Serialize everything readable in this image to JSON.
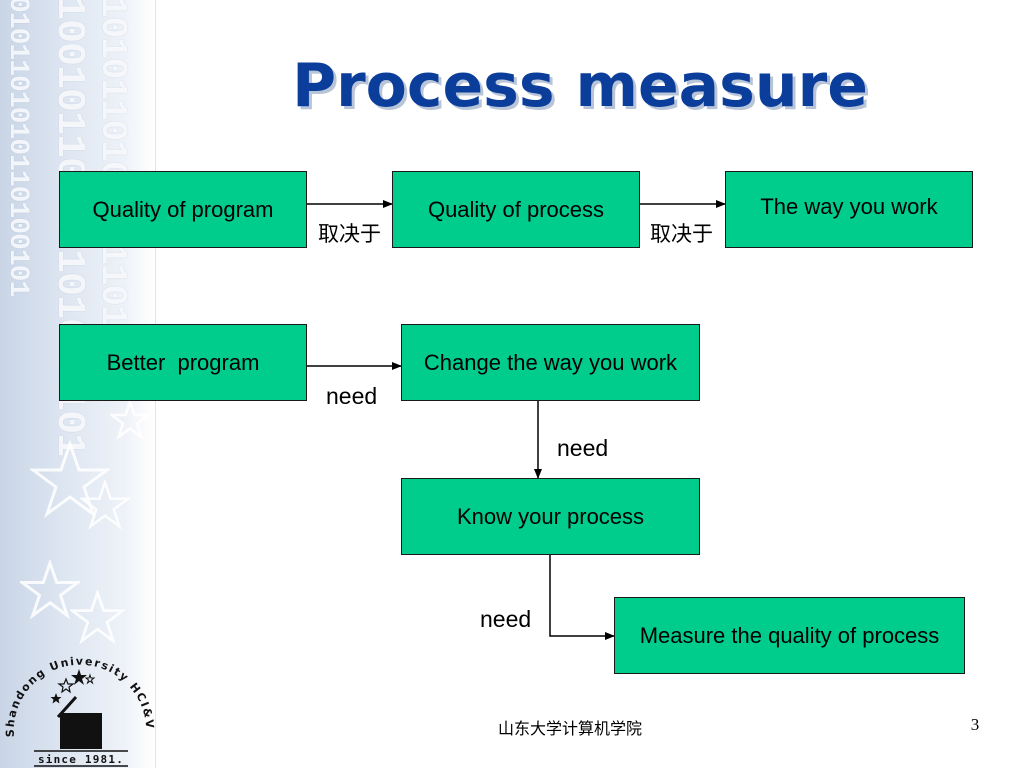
{
  "slide": {
    "title": "Process measure",
    "footer_text": "山东大学计算机学院",
    "page_number": "3"
  },
  "logo": {
    "arc_text": "Shandong University HCI&VR Lab.",
    "since_text": "since 1981."
  },
  "diagram": {
    "row1": {
      "box1": "Quality of program",
      "box2": "Quality of process",
      "box3": "The way you work",
      "link1_label": "取决于",
      "link2_label": "取决于"
    },
    "flow": {
      "box_better_program": "Better  program",
      "box_change_way": "Change the way you work",
      "box_know_process": "Know your process",
      "box_measure_quality": "Measure the quality of process",
      "link1_label": "need",
      "link2_label": "need",
      "link3_label": "need"
    },
    "colors": {
      "box_fill": "#00cc8c",
      "box_border": "#1a1a1a",
      "title": "#0b3d9a"
    }
  }
}
